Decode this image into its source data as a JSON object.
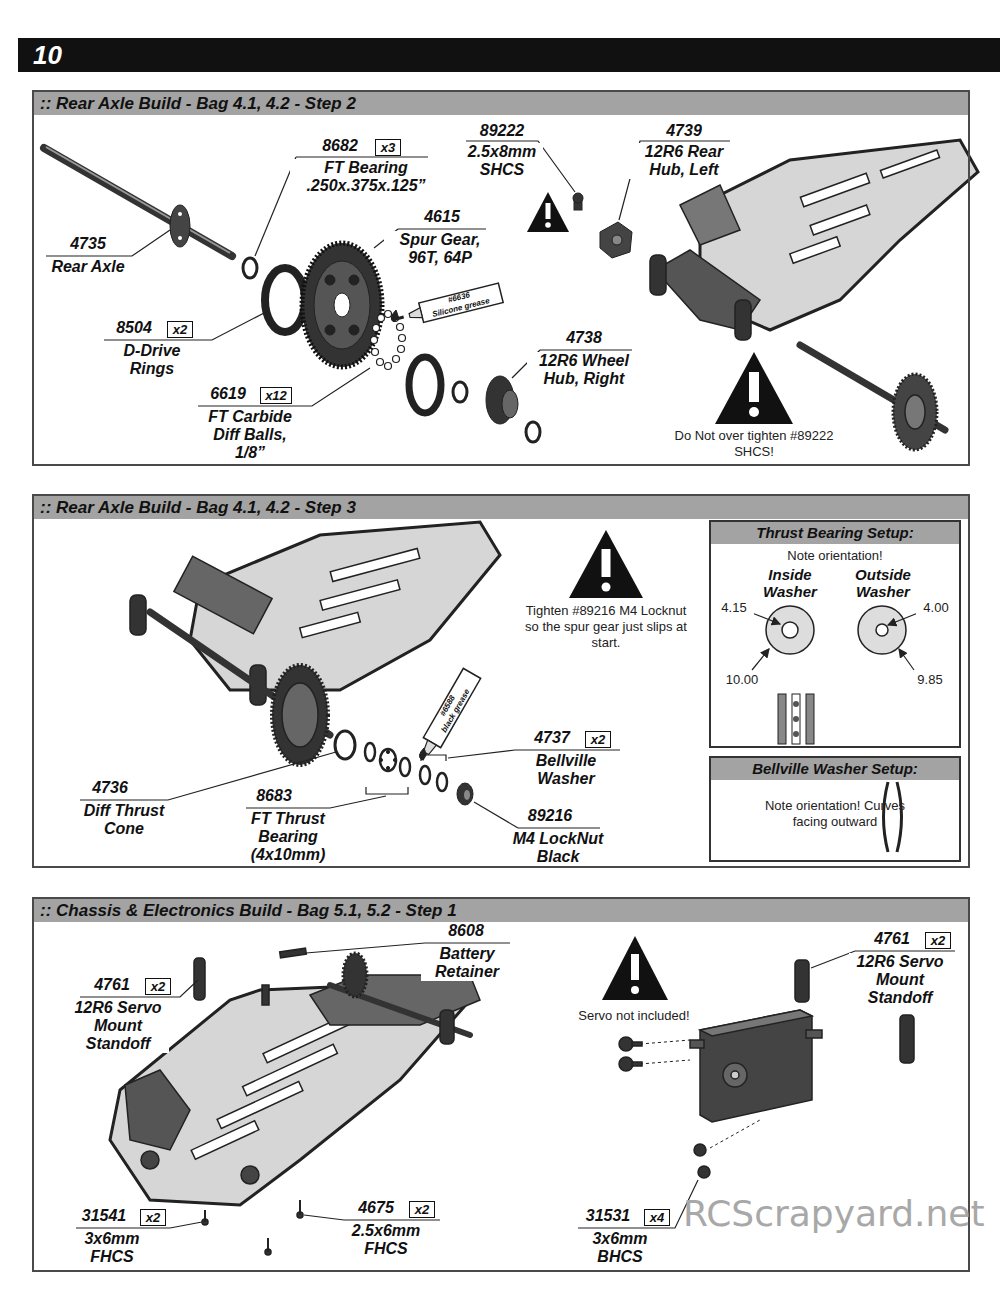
{
  "diagram": {
    "nodes": [
      {
        "text": [
          ":: Rear Axle Build - Bag 4.1, 4.2 - Step 2"
        ]
      },
      {
        "text": [
          ":: Rear Axle Build - Bag 4.1, 4.2 - Step 3"
        ]
      },
      {
        "text": [
          "Thrust Bearing Setup:",
          "Note orientation!"
        ],
        "in": 1
      },
      {
        "text": [
          "Bellville Washer Setup:",
          "Note orientation! Curves facing outward"
        ],
        "in": 1
      },
      {
        "text": [
          ":: Chassis & Electronics Build - Bag 5.1, 5.2 - Step 1"
        ]
      }
    ],
    "labels": [
      "10",
      "89222",
      "2.5x8mm SHCS",
      "4739",
      "12R6 Rear Hub, Left",
      "8682",
      "x3",
      "FT Bearing .250x.375x.125”",
      "4615",
      "Spur Gear, 96T, 64P",
      "#6636",
      "Silicone grease",
      "4735",
      "Rear Axle",
      "8504",
      "x2",
      "D-Drive Rings",
      "4738",
      "12R6 Wheel Hub, Right",
      "6619",
      "x12",
      "FT Carbide Diff Balls, 1/8”",
      "Do Not over tighten #89222 SHCS!",
      "Tighten #89216 M4 Locknut so the spur gear just slips at start.",
      "#6588",
      "black grease",
      "4736",
      "Diff Thrust Cone",
      "8683",
      "FT Thrust Bearing (4x10mm)",
      "4737",
      "x2",
      "Bellville Washer",
      "89216",
      "M4 LockNut Black",
      "Inside Washer",
      "Outside Washer",
      "4.15",
      "4.00",
      "10.00",
      "9.85",
      "8608",
      "Battery Retainer",
      "4761",
      "x2",
      "12R6 Servo Mount Standoff",
      "Servo not included!",
      "4761",
      "x2",
      "12R6 Servo Mount Standoff",
      "31541",
      "x2",
      "3x6mm FHCS",
      "4675",
      "x2",
      "2.5x6mm FHCS",
      "31531",
      "x4",
      "3x6mm BHCS",
      "RCScrapyard.net"
    ]
  }
}
